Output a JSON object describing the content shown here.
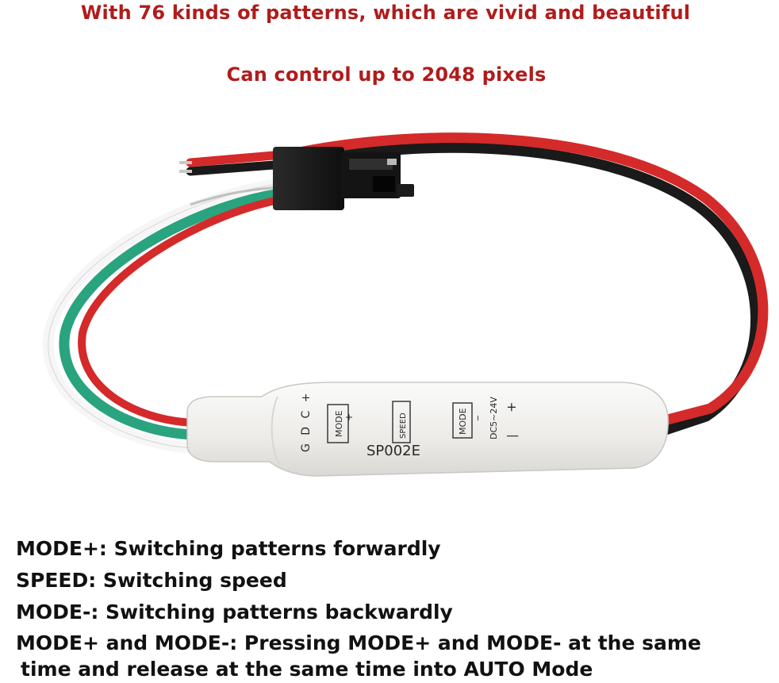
{
  "headline_1": "With 76 kinds of patterns, which are vivid and beautiful",
  "headline_2": "Can control up to 2048 pixels",
  "device": {
    "model": "SP002E",
    "pin_labels": "G D C +",
    "button_mode_plus": "MODE",
    "button_mode_plus_sign": "+",
    "button_speed": "SPEED",
    "button_mode_minus": "MODE",
    "button_mode_minus_sign": "_",
    "power_label": "DC5~24V",
    "power_plus": "+",
    "power_minus": "|"
  },
  "descriptions": [
    "MODE+: Switching patterns forwardly",
    "SPEED: Switching speed",
    "MODE-: Switching patterns backwardly",
    "MODE+ and MODE-: Pressing MODE+ and MODE- at the same",
    "time and release at the same time into AUTO Mode"
  ],
  "colors": {
    "headline": "#b01c1c",
    "wire_red": "#d42a2a",
    "wire_black": "#1a1a1a",
    "wire_green": "#2aa37f",
    "wire_white": "#f4f4f4",
    "controller_body": "#f3f3f1"
  }
}
